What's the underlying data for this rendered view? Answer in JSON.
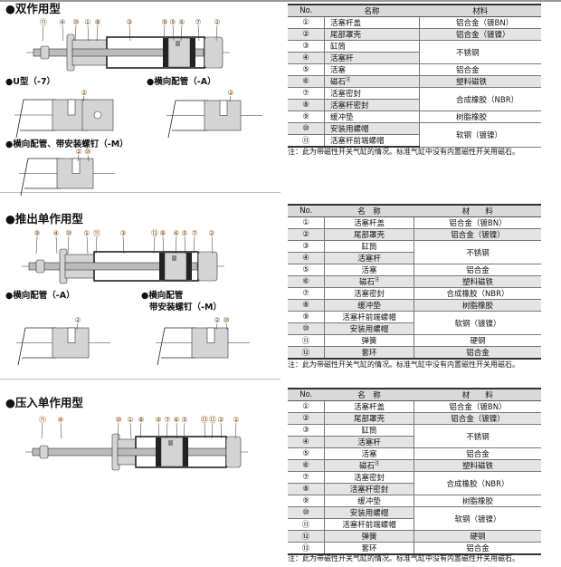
{
  "sections": [
    {
      "title": "●双作用型",
      "callouts": [
        "⑪",
        "④",
        "⑩",
        "①",
        "⑧",
        "③",
        "⑨",
        "⑤",
        "⑥",
        "⑦",
        "②"
      ],
      "subs": [
        {
          "title": "●U型（-7）",
          "callouts": [
            "②"
          ]
        },
        {
          "title": "●横向配管（-A）",
          "callouts": [
            "②"
          ]
        },
        {
          "title": "●横向配管、带安装螺钉（-M）",
          "callouts": [
            "②",
            "⑩"
          ]
        }
      ]
    },
    {
      "title": "●推出单作用型",
      "callouts": [
        "⑨",
        "④",
        "⑩",
        "①",
        "⑪",
        "③",
        "⑫",
        "⑧",
        "⑥",
        "⑤",
        "⑦",
        "②"
      ],
      "subs": [
        {
          "title": "●横向配管（-A）",
          "callouts": [
            "②"
          ]
        },
        {
          "title": "●横向配管",
          "title2": "带安装螺钉（-M）",
          "callouts": [
            "②",
            "⑩"
          ]
        }
      ]
    },
    {
      "title": "●压入单作用型",
      "callouts": [
        "⑪",
        "④",
        "⑩",
        "①",
        "⑧",
        "⑨",
        "⑦",
        "⑥",
        "⑤",
        "⑬",
        "⑫",
        "③",
        "②"
      ],
      "subs": []
    }
  ],
  "tables": [
    {
      "headers": [
        "No.",
        "名称",
        "材料"
      ],
      "rows": [
        [
          "①",
          "活塞杆盖",
          "铝合金（镀BN）"
        ],
        [
          "②",
          "尾部罩壳",
          "铝合金（镀镍）"
        ],
        [
          "③",
          "缸筒",
          "不锈钢"
        ],
        [
          "④",
          "活塞杆",
          ""
        ],
        [
          "⑤",
          "活塞",
          "铝合金"
        ],
        [
          "⑥",
          "磁石",
          "塑料磁铁"
        ],
        [
          "⑦",
          "活塞密封",
          "合成橡胶（NBR）"
        ],
        [
          "⑧",
          "活塞杆密封",
          ""
        ],
        [
          "⑨",
          "缓冲垫",
          "树脂橡胶"
        ],
        [
          "⑩",
          "安装用螺帽",
          "软钢（镀镍）"
        ],
        [
          "⑪",
          "活塞杆前端螺帽",
          ""
        ]
      ],
      "sup": "注",
      "note": "注：此为带磁性开关气缸的情况。标准气缸中没有内置磁性开关用磁石。"
    },
    {
      "headers": [
        "No.",
        "名　称",
        "材　　料"
      ],
      "rows": [
        [
          "①",
          "活塞杆盖",
          "铝合金（镀BN）"
        ],
        [
          "②",
          "尾部罩壳",
          "铝合金（镀镍）"
        ],
        [
          "③",
          "缸筒",
          "不锈钢"
        ],
        [
          "④",
          "活塞杆",
          ""
        ],
        [
          "⑤",
          "活塞",
          "铝合金"
        ],
        [
          "⑥",
          "磁石",
          "塑料磁铁"
        ],
        [
          "⑦",
          "活塞密封",
          "合成橡胶（NBR）"
        ],
        [
          "⑧",
          "缓冲垫",
          "树脂橡胶"
        ],
        [
          "⑨",
          "活塞杆前端螺帽",
          "软钢（镀镍）"
        ],
        [
          "⑩",
          "安装用螺帽",
          ""
        ],
        [
          "⑪",
          "弹簧",
          "硬钢"
        ],
        [
          "⑫",
          "套环",
          "铝合金"
        ]
      ],
      "sup": "注",
      "note": "注：此为带磁性开关气缸的情况。标准气缸中没有内置磁性开关用磁石。"
    },
    {
      "headers": [
        "No.",
        "名　称",
        "材　　料"
      ],
      "rows": [
        [
          "①",
          "活塞杆盖",
          "铝合金（镀BN）"
        ],
        [
          "②",
          "尾部罩壳",
          "铝合金（镀镍）"
        ],
        [
          "③",
          "缸筒",
          "不锈钢"
        ],
        [
          "④",
          "活塞杆",
          ""
        ],
        [
          "⑤",
          "活塞",
          "铝合金"
        ],
        [
          "⑥",
          "磁石",
          "塑料磁铁"
        ],
        [
          "⑦",
          "活塞密封",
          "合成橡胶（NBR）"
        ],
        [
          "⑧",
          "活塞杆密封",
          ""
        ],
        [
          "⑨",
          "缓冲垫",
          "树脂橡胶"
        ],
        [
          "⑩",
          "安装用螺帽",
          "软钢（镀镍）"
        ],
        [
          "⑪",
          "活塞杆前端螺帽",
          ""
        ],
        [
          "⑫",
          "弹簧",
          "硬钢"
        ],
        [
          "⑬",
          "套环",
          "铝合金"
        ]
      ],
      "sup": "注",
      "note": "注：此为带磁性开关气缸的情况。标准气缸中没有内置磁性开关用磁石。"
    }
  ],
  "colors": {
    "header": "#d9d9d9",
    "stripe": "#e4e4e4",
    "part": "#d4d4d4",
    "dark": "#222222"
  }
}
